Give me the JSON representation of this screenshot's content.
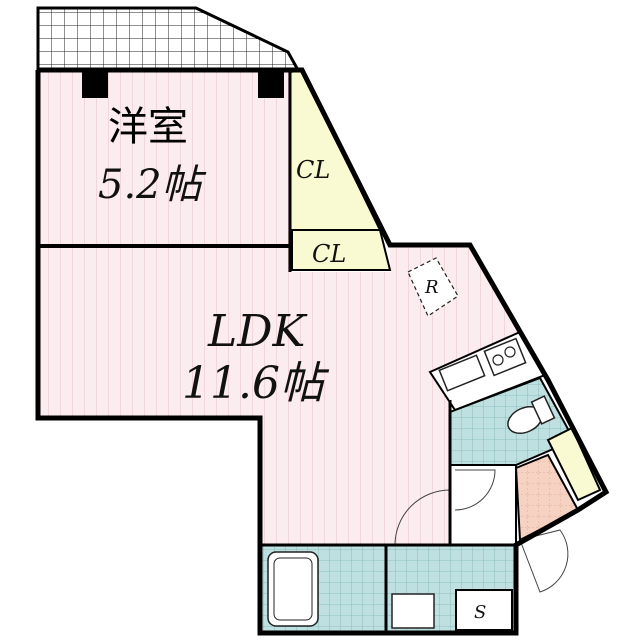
{
  "rooms": {
    "western_room": {
      "name": "洋室",
      "size": "5.2帖"
    },
    "ldk": {
      "name": "LDK",
      "size": "11.6帖"
    },
    "closet_upper": {
      "label": "CL"
    },
    "closet_lower": {
      "label": "CL"
    },
    "refrigerator": {
      "label": "R"
    },
    "storage": {
      "label": "S"
    }
  },
  "colors": {
    "floor_pink": "#fbecef",
    "stripe": "#e7bfc8",
    "closet_yellow": "#fafad2",
    "wet_teal": "#bfe0e0",
    "tile_grid": "#7fb5b5",
    "balcony": "#ffffff",
    "wall": "#000000",
    "entrance_tile": "#f6d2c2"
  }
}
